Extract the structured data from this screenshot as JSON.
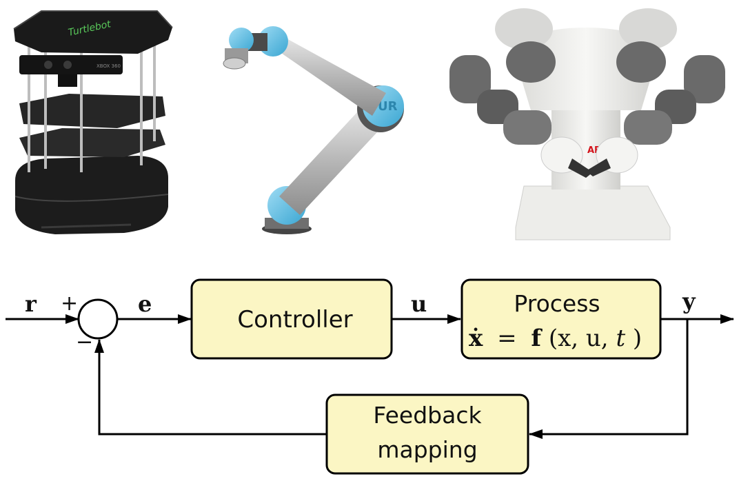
{
  "robots": {
    "turtlebot": {
      "logo_text": "Turtlebot",
      "sensor_text": "XBOX 360"
    },
    "ur_arm": {
      "logo_text": "UR"
    },
    "yumi": {
      "brand_text": "ABB"
    }
  },
  "diagram": {
    "signals": {
      "reference": "r",
      "error": "e",
      "control": "u",
      "output": "y",
      "plus": "+",
      "minus": "−"
    },
    "blocks": {
      "controller": "Controller",
      "process_title": "Process",
      "process_eq_lhs": "ẋ",
      "process_eq_eq": "=",
      "process_eq_f": "f",
      "process_eq_args": "(x, u, ",
      "process_eq_t": "t",
      "process_eq_close": ")",
      "feedback_line1": "Feedback",
      "feedback_line2": "mapping"
    }
  },
  "colors": {
    "block_fill": "#fbf6c4",
    "stroke": "#000000",
    "ur_blue": "#6fc6e8",
    "yumi_white": "#f0f0ee",
    "yumi_gray": "#6a6a6a",
    "turtlebot_black": "#1c1c1c",
    "abb_red": "#d4141c"
  }
}
